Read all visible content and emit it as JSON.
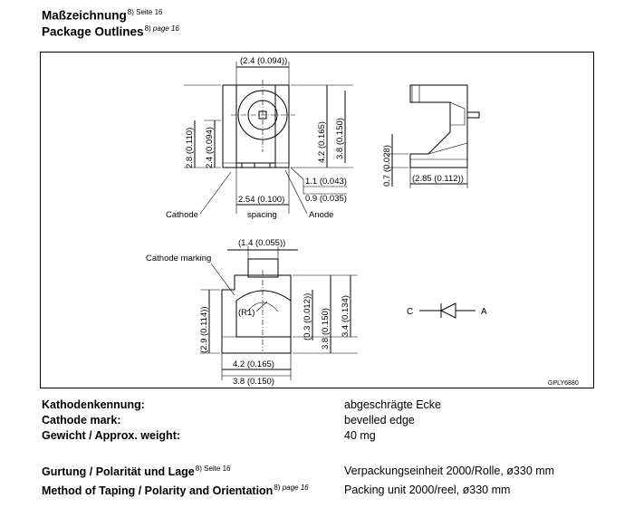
{
  "header": {
    "title_de": "Maßzeichnung",
    "title_de_ref": "8)",
    "title_de_page": "Seite 16",
    "title_en": "Package Outlines",
    "title_en_ref": "8)",
    "title_en_page": "page 16"
  },
  "drawing": {
    "top_view": {
      "dim_top": "(2.4 (0.094))",
      "dim_left_outer": "2.8 (0.110)",
      "dim_left_inner": "2.4 (0.094)",
      "dim_right_outer": "4.2 (0.165)",
      "dim_right_inner": "3.8 (0.150)",
      "dim_anode_1": "1.1 (0.043)",
      "dim_anode_2": "0.9 (0.035)",
      "dim_spacing": "2.54 (0.100)",
      "label_spacing": "spacing",
      "label_cathode": "Cathode",
      "label_anode": "Anode"
    },
    "side_view": {
      "dim_height": "0.7 (0.028)",
      "dim_width": "(2.85 (0.112))"
    },
    "bottom_view": {
      "label_cathode_marking": "Cathode marking",
      "dim_top": "(1.4 (0.055))",
      "dim_left": "(2.9 (0.114))",
      "label_radius": "(R1)",
      "dim_right_1": "(0.3 (0.012))",
      "dim_right_2": "3.8 (0.150)",
      "dim_right_3": "3.4 (0.134)",
      "dim_width_outer": "4.2 (0.165)",
      "dim_width_inner": "3.8 (0.150)"
    },
    "symbol": {
      "cathode": "C",
      "anode": "A"
    },
    "drawing_id": "GPLY6880"
  },
  "specs": [
    {
      "label": "Kathodenkennung:",
      "value": "abgeschrägte Ecke"
    },
    {
      "label": "Cathode mark:",
      "value": "bevelled edge"
    },
    {
      "label": "Gewicht / Approx. weight:",
      "value": "40 mg"
    }
  ],
  "taping": {
    "label_de": "Gurtung / Polarität und Lage",
    "label_de_ref": "8)",
    "label_de_page": "Seite 16",
    "label_en": "Method of Taping / Polarity and Orientation",
    "label_en_ref": "8)",
    "label_en_page": "page 16",
    "value_de": "Verpackungseinheit 2000/Rolle, ø330 mm",
    "value_en": "Packing unit 2000/reel, ø330 mm"
  }
}
